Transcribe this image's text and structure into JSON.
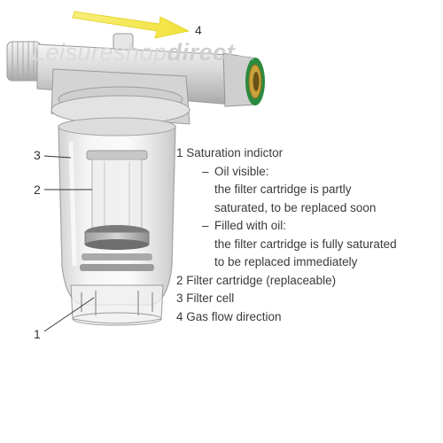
{
  "watermark": {
    "brand": "Leisureshop",
    "brand_suffix": "direct",
    "tld": ".com"
  },
  "callouts": {
    "c1": "1",
    "c2": "2",
    "c3": "3",
    "c4": "4"
  },
  "legend": {
    "l1": "1  Saturation indictor",
    "l2": "Oil visible:",
    "l3": "the filter cartridge is partly",
    "l4": "saturated, to be replaced soon",
    "l5": "Filled with oil:",
    "l6": "the filter cartridge is fully saturated",
    "l7": "to be replaced immediately",
    "l8": "2  Filter cartridge (replaceable)",
    "l9": "3  Filter cell",
    "l10": "4  Gas flow direction",
    "dash": "–"
  },
  "colors": {
    "arrow": "#f2e23a",
    "seal": "#2b8a3e",
    "brass": "#c9a23a"
  }
}
